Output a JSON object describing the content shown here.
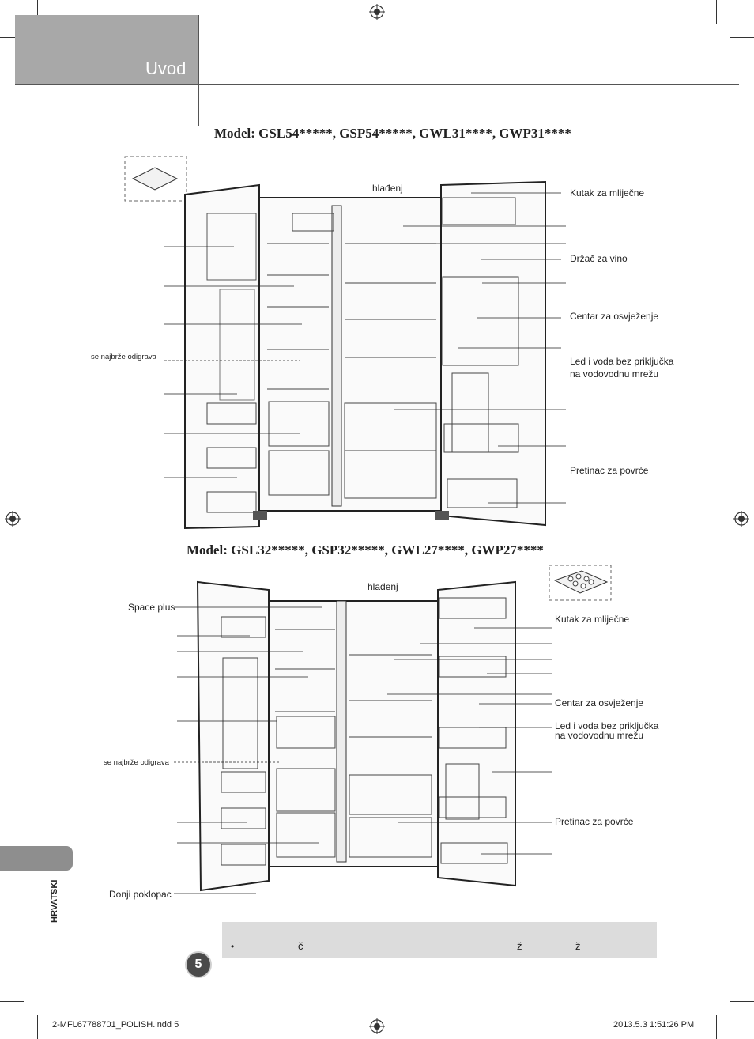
{
  "header": {
    "title": "Uvod"
  },
  "diagram1": {
    "model_title": "Model: GSL54*****, GSP54*****, GWL31****, GWP31****",
    "top_label": "hlađenj",
    "left_labels": [
      "se najbrže odigrava"
    ],
    "right_labels": [
      "Kutak za mliječne",
      "Držač za vino",
      "Centar za osvježenje",
      "Led i voda bez priključka",
      "na vodovodnu mrežu",
      "Pretinac za povrće"
    ]
  },
  "diagram2": {
    "model_title": "Model: GSL32*****, GSP32*****, GWL27****, GWP27****",
    "top_label": "hlađenj",
    "left_labels": [
      "Space plus",
      "se najbrže odigrava",
      "Donji poklopac"
    ],
    "right_labels": [
      "Kutak za mliječne",
      "Centar za osvježenje",
      "Led i voda bez priključka",
      "na vodovodnu mrežu",
      "Pretinac za povrće"
    ]
  },
  "sidebar": {
    "language": "HRVATSKI"
  },
  "note": {
    "bullet": "•",
    "chars": [
      "č",
      "ž",
      "ž"
    ]
  },
  "page_number": "5",
  "footer": {
    "file": "2-MFL67788701_POLISH.indd   5",
    "timestamp": "2013.5.3   1:51:26 PM"
  },
  "colors": {
    "header_gray": "#a8a8a8",
    "note_gray": "#dcdcdc",
    "tab_gray": "#8e8e8e",
    "page_circle": "#4a4a4a"
  }
}
